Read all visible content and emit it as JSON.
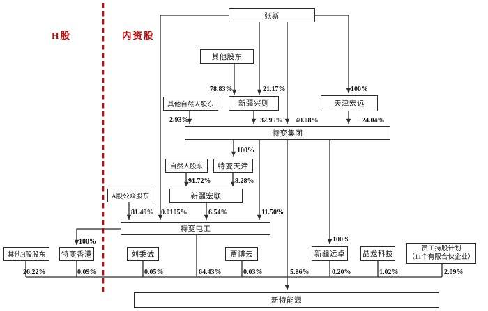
{
  "section_labels": {
    "h_share": "H股",
    "domestic": "内资股"
  },
  "nodes": {
    "zhangxin": {
      "label": "张新"
    },
    "other_shareholders": {
      "label": "其他股东"
    },
    "other_natural_persons": {
      "label": "其他自然人股东"
    },
    "xinjiang_xingze": {
      "label": "新疆兴则"
    },
    "tianjin_hongyuan": {
      "label": "天津宏远"
    },
    "tebian_group": {
      "label": "特变集团"
    },
    "natural_persons": {
      "label": "自然人股东"
    },
    "tebian_tianjin": {
      "label": "特变天津"
    },
    "xinjiang_honglian": {
      "label": "新疆宏联"
    },
    "a_share_public": {
      "label": "A股公众股东"
    },
    "tbea": {
      "label": "特变电工"
    },
    "other_h_share": {
      "label": "其他H股股东"
    },
    "tebian_hongkong": {
      "label": "特变香港"
    },
    "liu_bingcheng": {
      "label": "刘秉诚"
    },
    "jia_boyun": {
      "label": "贾博云"
    },
    "xinjiang_yuanzhuo": {
      "label": "新疆远卓"
    },
    "jinglong_keji": {
      "label": "晶龙科技"
    },
    "esop": {
      "label": "员工持股计划",
      "sublabel": "（11个有限合伙企业）"
    },
    "xinte_energy": {
      "label": "新特能源"
    }
  },
  "edges": {
    "other_shareholders_to_xingze": {
      "pct": "78.83%"
    },
    "zhangxin_to_xingze": {
      "pct": "21.17%"
    },
    "zhangxin_to_hongyuan": {
      "pct": "100%"
    },
    "other_natural_to_group": {
      "pct": "2.93%"
    },
    "xingze_to_group": {
      "pct": "32.95%"
    },
    "zhangxin_to_group": {
      "pct": "40.08%"
    },
    "hongyuan_to_group": {
      "pct": "24.04%"
    },
    "group_to_tianjin": {
      "pct": "100%"
    },
    "natural_to_honglian": {
      "pct": "91.72%"
    },
    "tianjin_to_honglian": {
      "pct": "8.28%"
    },
    "a_public_to_tbea": {
      "pct": "81.49%"
    },
    "zhangxin_to_tbea": {
      "pct": "0.0105%"
    },
    "honglian_to_tbea": {
      "pct": "6.54%"
    },
    "group_to_tbea": {
      "pct": "11.50%"
    },
    "tbea_to_hongkong": {
      "pct": "100%"
    },
    "group_to_yuanzhuo": {
      "pct": "100%"
    },
    "other_h_to_xinte": {
      "pct": "26.22%"
    },
    "hongkong_to_xinte": {
      "pct": "0.09%"
    },
    "liu_to_xinte": {
      "pct": "0.05%"
    },
    "tbea_to_xinte": {
      "pct": "64.43%"
    },
    "jia_to_xinte": {
      "pct": "0.03%"
    },
    "group_to_xinte": {
      "pct": "5.86%"
    },
    "yuanzhuo_to_xinte": {
      "pct": "0.20%"
    },
    "jinglong_to_xinte": {
      "pct": "1.02%"
    },
    "esop_to_xinte": {
      "pct": "2.09%"
    }
  },
  "colors": {
    "line": "#2b2b2b",
    "accent_red": "#c00c0c"
  }
}
